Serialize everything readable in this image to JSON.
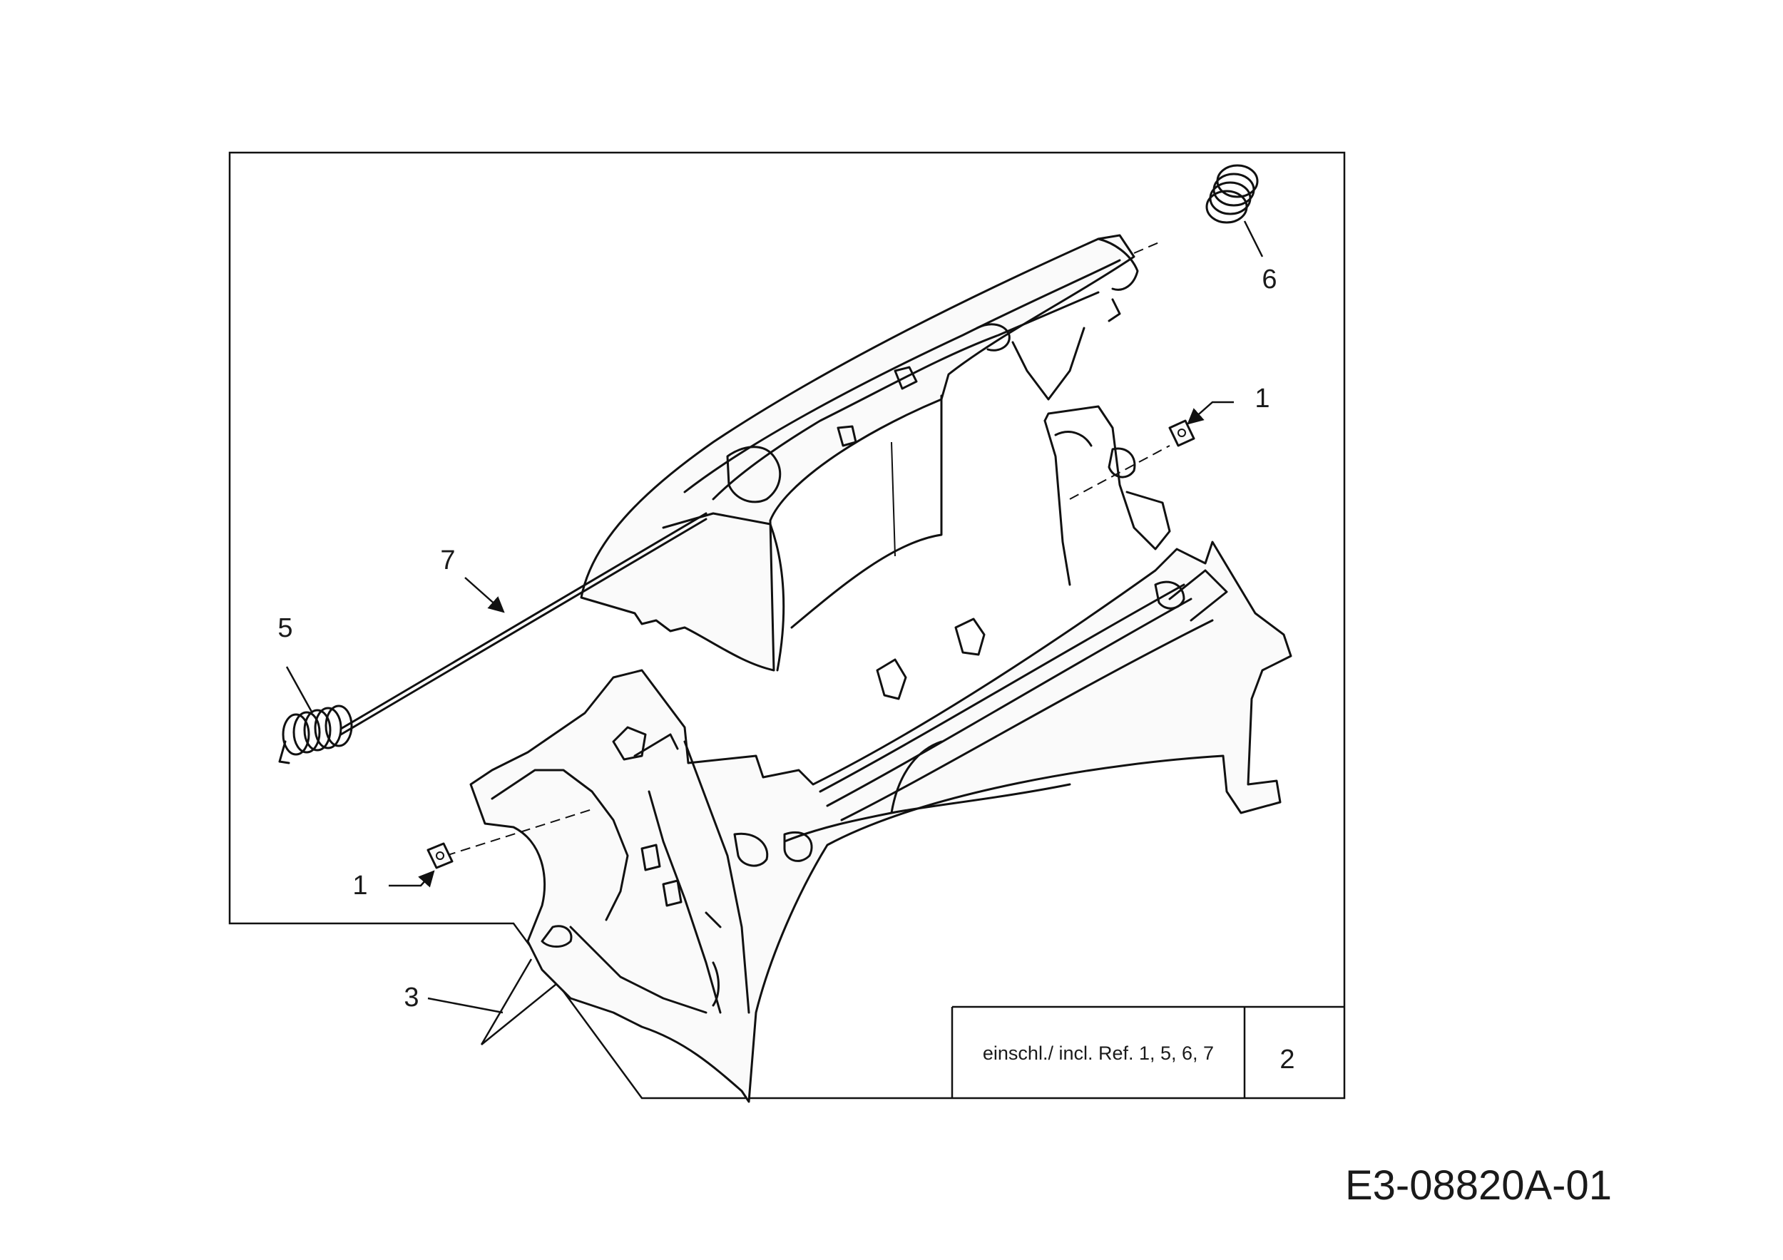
{
  "callouts": {
    "item_1_right": "1",
    "item_1_left": "1",
    "item_3": "3",
    "item_5": "5",
    "item_6": "6",
    "item_7": "7"
  },
  "kit_box": {
    "includes_text": "einschl./ incl. Ref. 1, 5, 6, 7",
    "kit_number": "2"
  },
  "drawing_id": "E3-08820A-01"
}
